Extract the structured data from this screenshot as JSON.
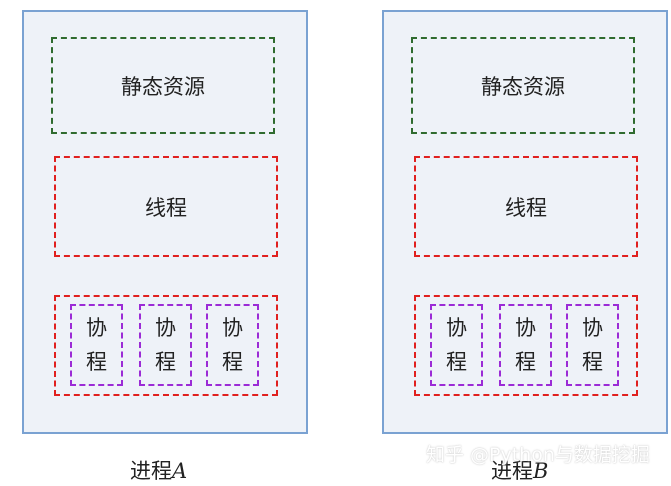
{
  "processes": [
    {
      "static_label": "静态资源",
      "thread_label": "线程",
      "coroutines": [
        {
          "char1": "协",
          "char2": "程"
        },
        {
          "char1": "协",
          "char2": "程"
        },
        {
          "char1": "协",
          "char2": "程"
        }
      ],
      "caption_prefix": "进程",
      "caption_letter": "A"
    },
    {
      "static_label": "静态资源",
      "thread_label": "线程",
      "coroutines": [
        {
          "char1": "协",
          "char2": "程"
        },
        {
          "char1": "协",
          "char2": "程"
        },
        {
          "char1": "协",
          "char2": "程"
        }
      ],
      "caption_prefix": "进程",
      "caption_letter": "B"
    }
  ],
  "watermark": "知乎 @Python与数据挖掘",
  "colors": {
    "process_fill": "#eef2f8",
    "process_border": "#7aa2d2",
    "static_border": "#2f6b2f",
    "thread_border": "#e0201f",
    "coroutine_border": "#9b2bd6"
  }
}
